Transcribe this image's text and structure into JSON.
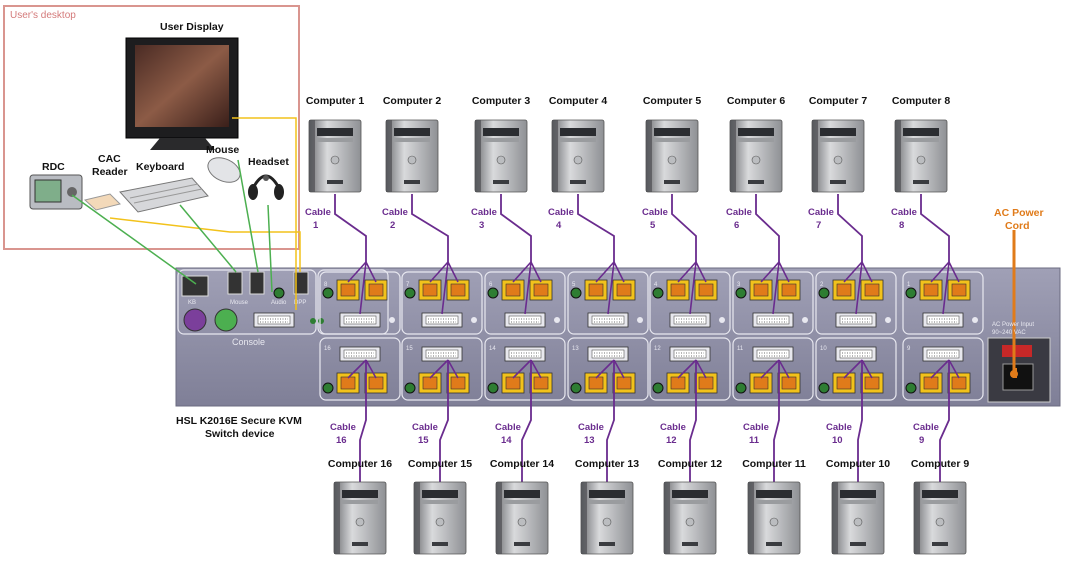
{
  "desktop_label": "User's desktop",
  "user_display": "User Display",
  "peripherals": {
    "rdc": "RDC",
    "cac_reader_1": "CAC",
    "cac_reader_2": "Reader",
    "keyboard": "Keyboard",
    "mouse": "Mouse",
    "headset": "Headset"
  },
  "computers_top": [
    "Computer 1",
    "Computer 2",
    "Computer 3",
    "Computer 4",
    "Computer 5",
    "Computer 6",
    "Computer 7",
    "Computer 8"
  ],
  "computers_bottom": [
    "Computer 16",
    "Computer 15",
    "Computer 14",
    "Computer 13",
    "Computer 12",
    "Computer 11",
    "Computer 10",
    "Computer 9"
  ],
  "cable_word": "Cable",
  "cables_top": [
    "1",
    "2",
    "3",
    "4",
    "5",
    "6",
    "7",
    "8"
  ],
  "cables_bottom": [
    "16",
    "15",
    "14",
    "13",
    "12",
    "11",
    "10",
    "9"
  ],
  "ports_top": [
    "8",
    "7",
    "6",
    "5",
    "4",
    "3",
    "2",
    "1"
  ],
  "ports_bottom": [
    "16",
    "15",
    "14",
    "13",
    "12",
    "11",
    "10",
    "9"
  ],
  "console": {
    "label": "Console",
    "kb": "KB",
    "mouse": "Mouse",
    "audio": "Audio",
    "dpp": "DPP"
  },
  "ac_power_cord_1": "AC Power",
  "ac_power_cord_2": "Cord",
  "ac_input_1": "AC Power Input",
  "ac_input_2": "90~240 VAC",
  "device_name_1": "HSL K2016E Secure KVM",
  "device_name_2": "Switch device",
  "colors": {
    "cable": "#6a2c8e",
    "green_cable": "#4caf50",
    "yellow_cable": "#f2c21b",
    "orange_cord": "#e07b1a",
    "desktop_border": "#d9958f",
    "chassis": "#8f8fa6"
  }
}
